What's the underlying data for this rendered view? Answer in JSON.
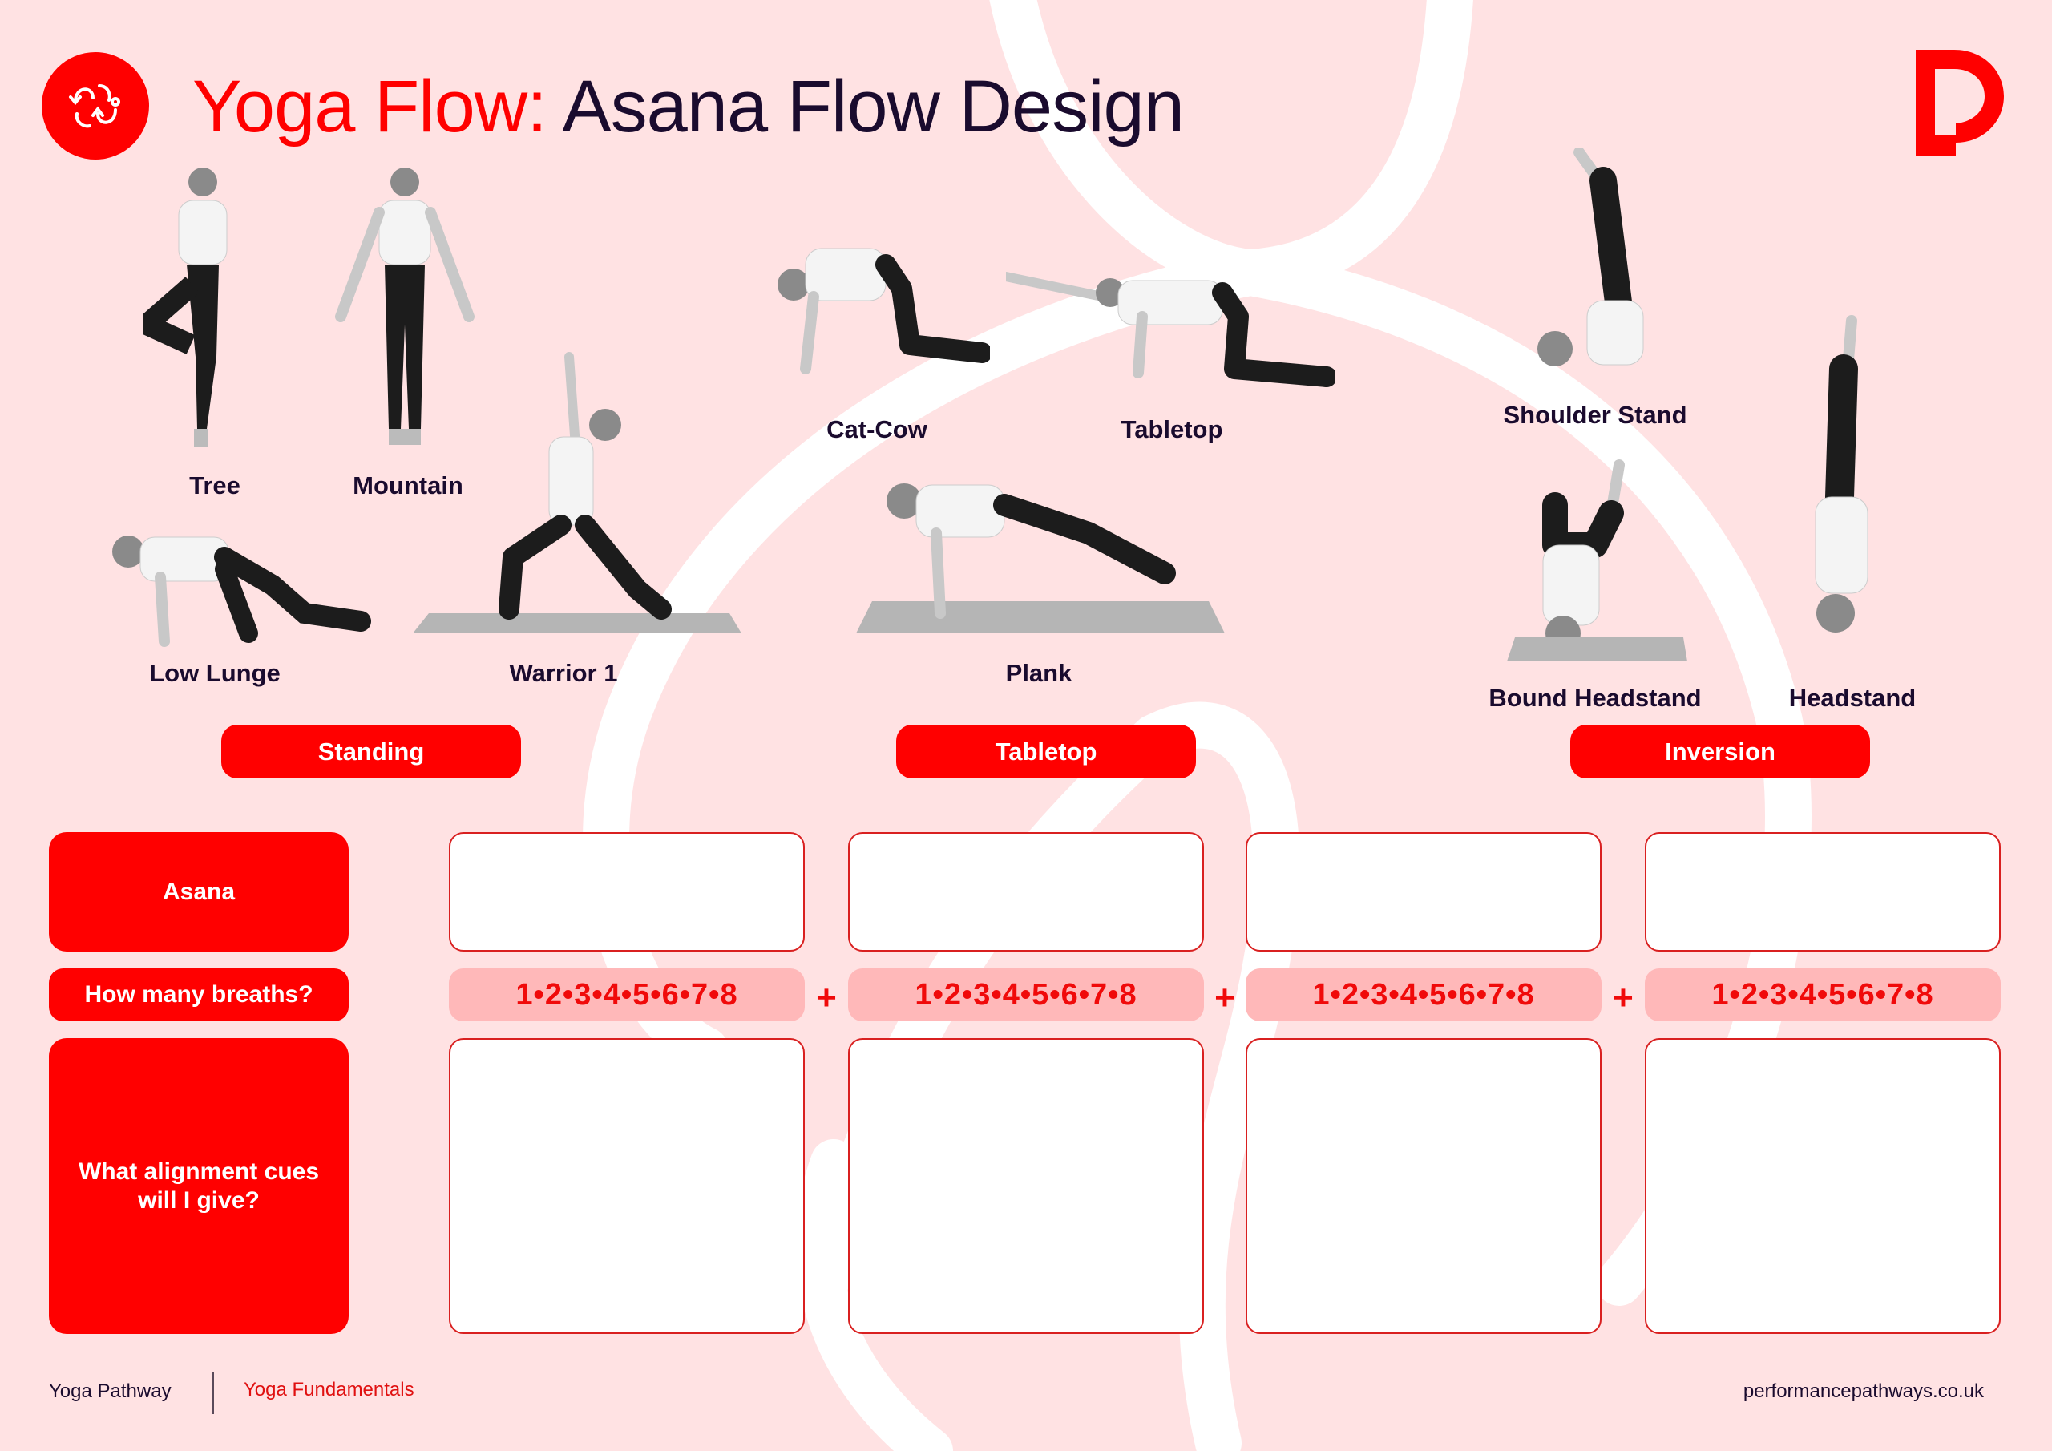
{
  "header": {
    "title_accent": "Yoga Flow:",
    "title_main": " Asana Flow Design",
    "icon": "flow-arrows-icon",
    "brand_logo": "performance-pathways-p-logo"
  },
  "colors": {
    "accent": "#FF0000",
    "background": "#FFE2E3",
    "text_dark": "#1A0B2E",
    "breath_pill": "#FFB8B9",
    "cell_border": "#D92020"
  },
  "poses": [
    {
      "name": "Tree",
      "group": "Standing"
    },
    {
      "name": "Mountain",
      "group": "Standing"
    },
    {
      "name": "Low Lunge",
      "group": "Standing"
    },
    {
      "name": "Warrior 1",
      "group": "Standing"
    },
    {
      "name": "Cat-Cow",
      "group": "Tabletop"
    },
    {
      "name": "Tabletop",
      "group": "Tabletop"
    },
    {
      "name": "Plank",
      "group": "Tabletop"
    },
    {
      "name": "Shoulder Stand",
      "group": "Inversion"
    },
    {
      "name": "Bound Headstand",
      "group": "Inversion"
    },
    {
      "name": "Headstand",
      "group": "Inversion"
    }
  ],
  "categories": [
    {
      "label": "Standing"
    },
    {
      "label": "Tabletop"
    },
    {
      "label": "Inversion"
    }
  ],
  "worksheet": {
    "row_labels": {
      "asana": "Asana",
      "breaths": "How many breaths?",
      "cues": "What alignment cues will I give?"
    },
    "columns": [
      {
        "asana": "",
        "breaths": "1•2•3•4•5•6•7•8",
        "cues": ""
      },
      {
        "asana": "",
        "breaths": "1•2•3•4•5•6•7•8",
        "cues": ""
      },
      {
        "asana": "",
        "breaths": "1•2•3•4•5•6•7•8",
        "cues": ""
      },
      {
        "asana": "",
        "breaths": "1•2•3•4•5•6•7•8",
        "cues": ""
      }
    ],
    "separator": "+"
  },
  "footer": {
    "pathway": "Yoga Pathway",
    "course": "Yoga Fundamentals",
    "url": "performancepathways.co.uk"
  }
}
